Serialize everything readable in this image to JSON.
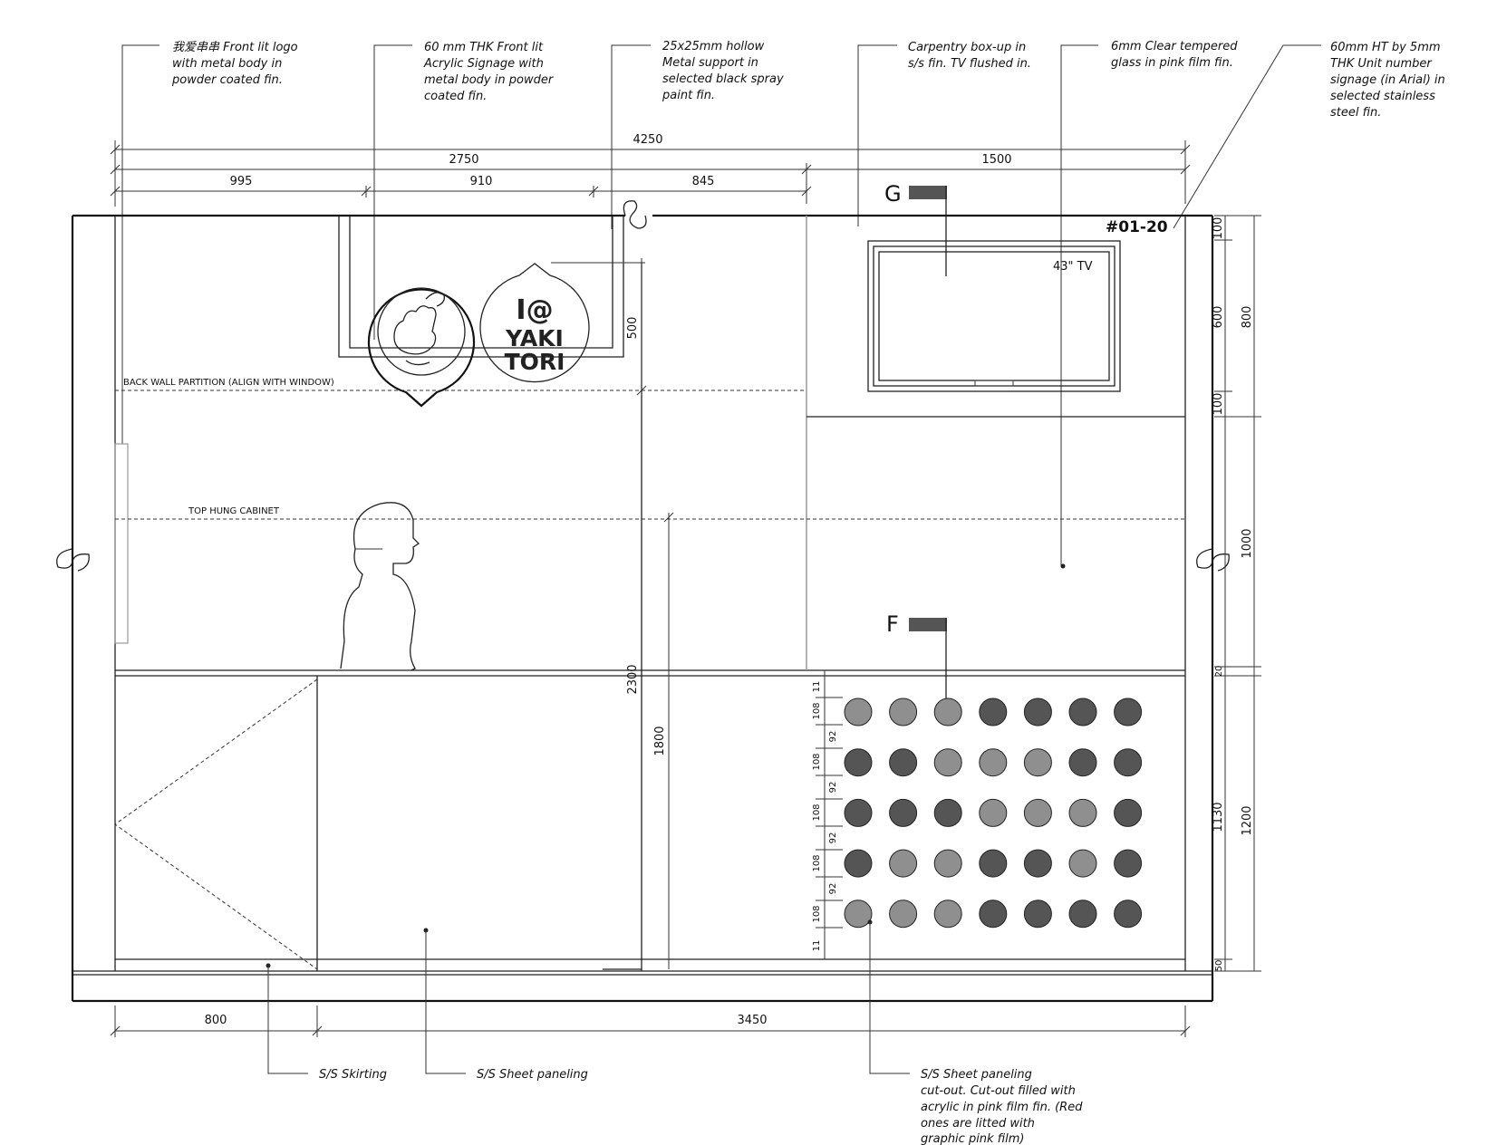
{
  "notes": {
    "logo": [
      "我爱串串 Front lit logo",
      "with metal body in",
      "powder coated fin."
    ],
    "signage": [
      "60 mm THK Front lit",
      "Acrylic Signage with",
      "metal body in powder",
      "coated fin."
    ],
    "support": [
      "25x25mm hollow",
      "Metal support in",
      "selected black spray",
      "paint fin."
    ],
    "carpentry": [
      "Carpentry box-up in",
      "s/s fin. TV flushed in."
    ],
    "glass": [
      "6mm Clear tempered",
      "glass in pink film fin."
    ],
    "unit_signage": [
      "60mm HT by 5mm",
      "THK Unit number",
      "signage (in Arial) in",
      "selected stainless",
      "steel fin."
    ],
    "skirting": "S/S Skirting",
    "sheet_paneling": "S/S Sheet paneling",
    "cutout": [
      "S/S Sheet paneling",
      "cut-out. Cut-out filled with",
      "acrylic in pink film fin. (Red",
      "ones are litted with",
      "graphic pink film)"
    ]
  },
  "labels": {
    "back_wall": "BACK WALL PARTITION (ALIGN WITH WINDOW)",
    "top_hung": "TOP HUNG CABINET",
    "tv": "43\" TV",
    "unit_no": "#01-20",
    "marker_g": "G",
    "marker_f": "F",
    "logo_line1": "I@",
    "logo_line2": "YAKI",
    "logo_line3": "TORI"
  },
  "dims": {
    "total": "4250",
    "left_part": "2750",
    "right_part": "1500",
    "seg1": "995",
    "seg2": "910",
    "seg3": "845",
    "bottom_left": "800",
    "bottom_right": "3450",
    "sign_h": "500",
    "h2300": "2300",
    "h1800": "1800",
    "r100a": "100",
    "r600": "600",
    "r800": "800",
    "r100b": "100",
    "r1000": "1000",
    "r20": "20",
    "r1130": "1130",
    "r1200": "1200",
    "r50": "50",
    "c108": "108",
    "c92": "92",
    "c11": "11"
  },
  "dot_grid": {
    "rows": [
      [
        "light",
        "light",
        "light",
        "dark",
        "dark",
        "dark",
        "dark"
      ],
      [
        "dark",
        "dark",
        "light",
        "light",
        "light",
        "dark",
        "dark"
      ],
      [
        "dark",
        "dark",
        "dark",
        "light",
        "light",
        "light",
        "dark"
      ],
      [
        "dark",
        "light",
        "light",
        "dark",
        "dark",
        "light",
        "dark"
      ],
      [
        "light",
        "light",
        "light",
        "dark",
        "dark",
        "dark",
        "dark"
      ]
    ],
    "colors": {
      "light": "#8f8f8f",
      "dark": "#555555"
    }
  }
}
